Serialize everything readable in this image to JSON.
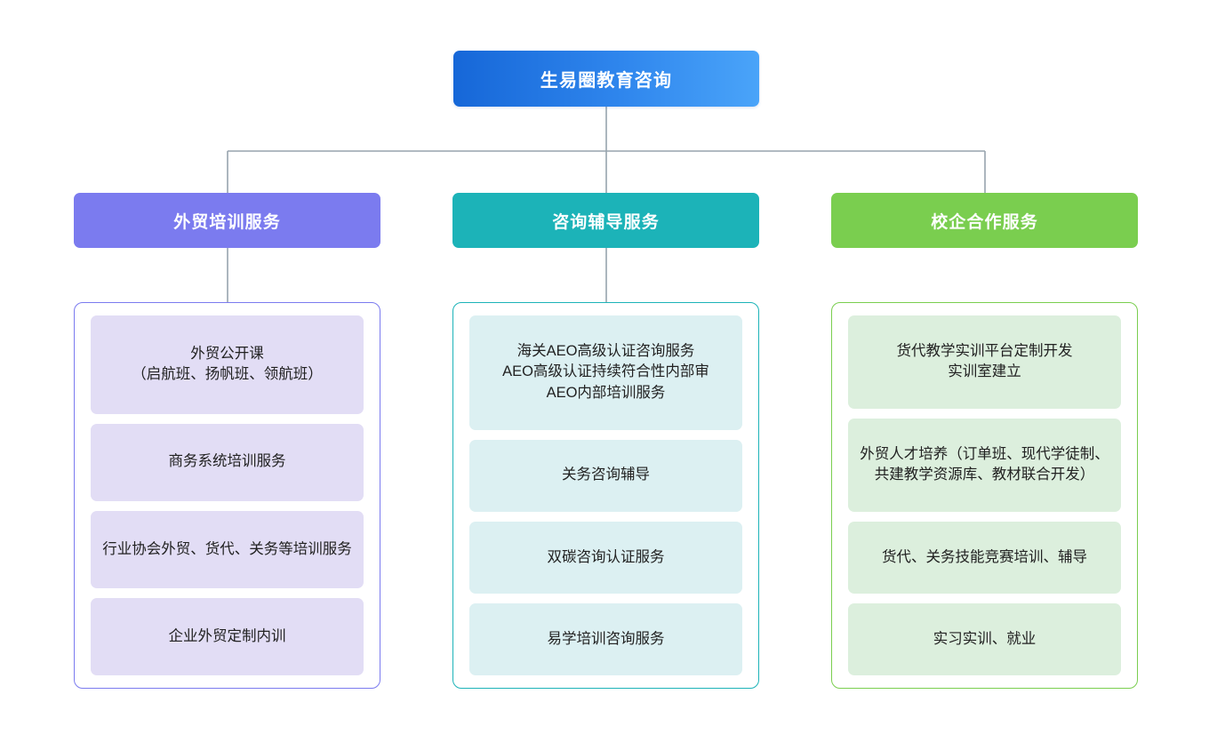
{
  "diagram": {
    "root": {
      "label": "生易圈教育咨询",
      "gradient_from": "#1667d8",
      "gradient_to": "#4aa4f9"
    },
    "connector_color": "#97a3ad",
    "columns": [
      {
        "header": "外贸培训服务",
        "header_color": "#7b7bef",
        "panel_border_color": "#7b7bef",
        "item_fill": "#e2ddf5",
        "has_connector_to_panel": true,
        "items": [
          "外贸公开课\n（启航班、扬帆班、领航班）",
          "商务系统培训服务",
          "行业协会外贸、货代、关务等培训服务",
          "企业外贸定制内训"
        ]
      },
      {
        "header": "咨询辅导服务",
        "header_color": "#1cb3b8",
        "panel_border_color": "#1cb3b8",
        "item_fill": "#dcf0f2",
        "has_connector_to_panel": true,
        "items": [
          "海关AEO高级认证咨询服务\nAEO高级认证持续符合性内部审\nAEO内部培训服务",
          "关务咨询辅导",
          "双碳咨询认证服务",
          "易学培训咨询服务"
        ]
      },
      {
        "header": "校企合作服务",
        "header_color": "#7ace4f",
        "panel_border_color": "#7ace4f",
        "item_fill": "#dcefdd",
        "has_connector_to_panel": false,
        "items": [
          "货代教学实训平台定制开发\n实训室建立",
          "外贸人才培养（订单班、现代学徒制、共建教学资源库、教材联合开发）",
          "货代、关务技能竞赛培训、辅导",
          "实习实训、就业"
        ]
      }
    ]
  }
}
